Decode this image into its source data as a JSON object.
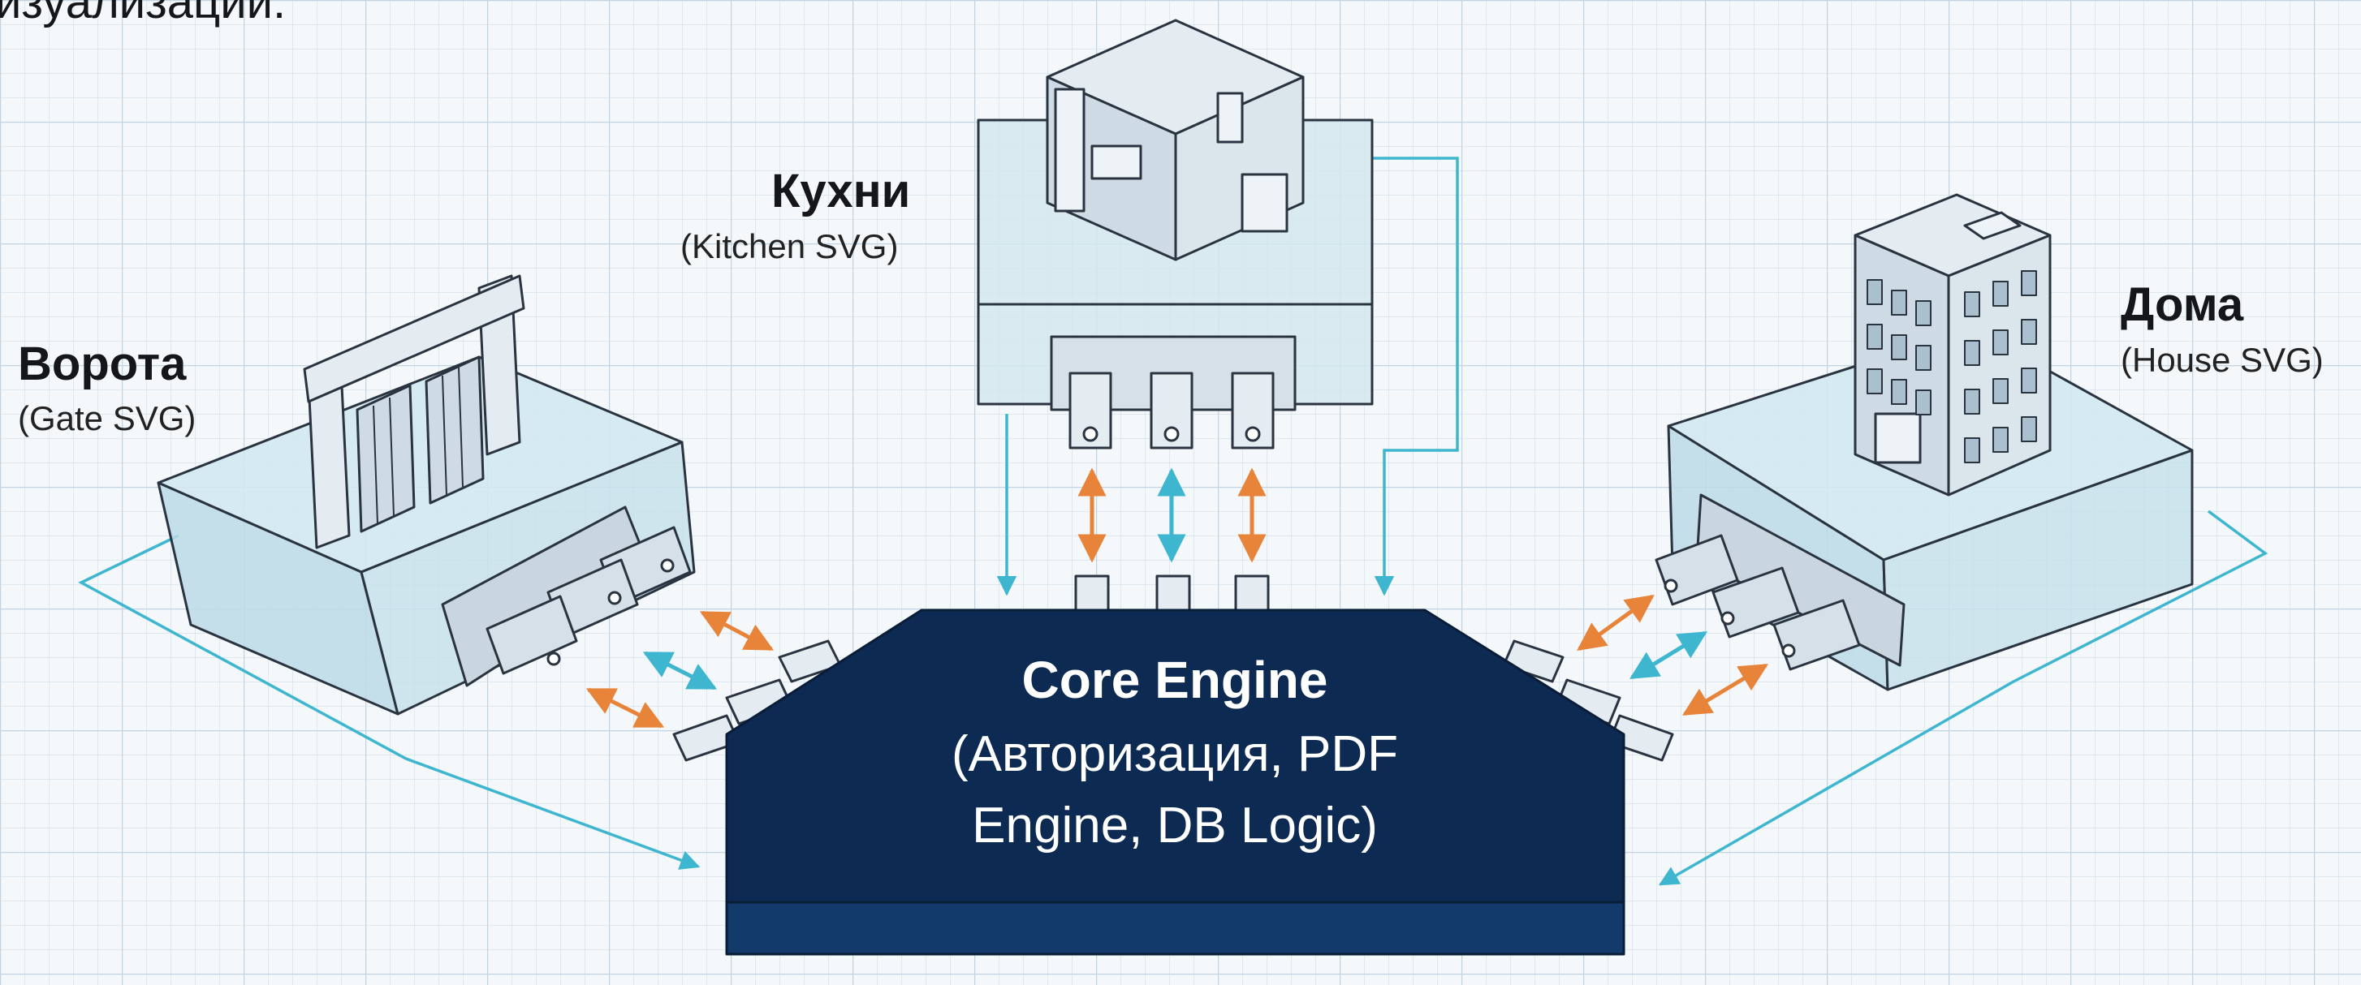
{
  "caption": "изуализации.",
  "modules": {
    "gate": {
      "title": "Ворота",
      "subtitle": "(Gate SVG)"
    },
    "kitchen": {
      "title": "Кухни",
      "subtitle": "(Kitchen SVG)"
    },
    "house": {
      "title": "Дома",
      "subtitle": "(House SVG)"
    }
  },
  "core": {
    "title": "Core Engine",
    "line1": "(Авторизация, PDF",
    "line2": "Engine, DB Logic)"
  },
  "colors": {
    "grid": "#c9d8e5",
    "module_fill": "#cfe6ee",
    "core_fill": "#0c2a52",
    "arrow_orange": "#e8843a",
    "arrow_teal": "#3fb6d0",
    "outline": "#2a3340"
  }
}
